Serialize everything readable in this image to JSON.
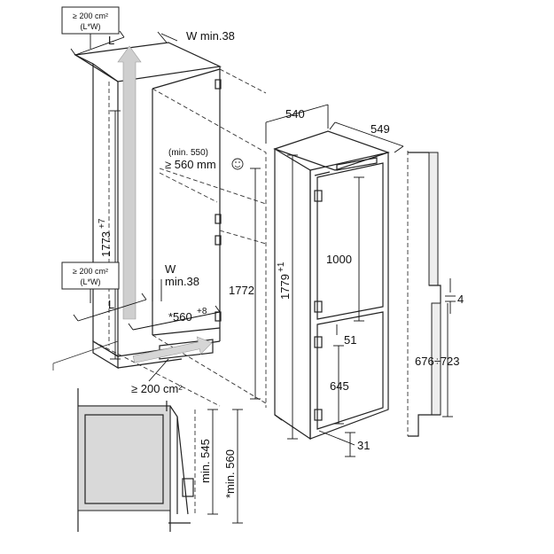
{
  "labels": {
    "top_vent_area": "≥ 200 cm²",
    "top_vent_formula": "(L*W)",
    "top_L": "L",
    "top_W_min": "W min.38",
    "niche_height": "1773",
    "niche_height_tol": "+7",
    "mid_vent_area": "≥ 200 cm²",
    "mid_vent_formula": "(L*W)",
    "mid_W": "W",
    "mid_W_min": "min.38",
    "mid_L": "L",
    "niche_width": "*560",
    "niche_width_tol": "+8",
    "bottom_vent_area": "≥ 200 cm²",
    "depth_min_paren": "(min. 550)",
    "depth_min": "≥ 560 mm",
    "door_height_1772": "1772",
    "appliance_width": "540",
    "appliance_depth": "549",
    "appliance_height": "1779",
    "appliance_height_tol": "+1",
    "upper_door": "1000",
    "gap_51": "51",
    "lower_door": "645",
    "bottom_31": "31",
    "rail_gap_4": "4",
    "rail_range": "676÷723",
    "detail_min_545": "min. 545",
    "detail_min_560": "*min. 560"
  }
}
